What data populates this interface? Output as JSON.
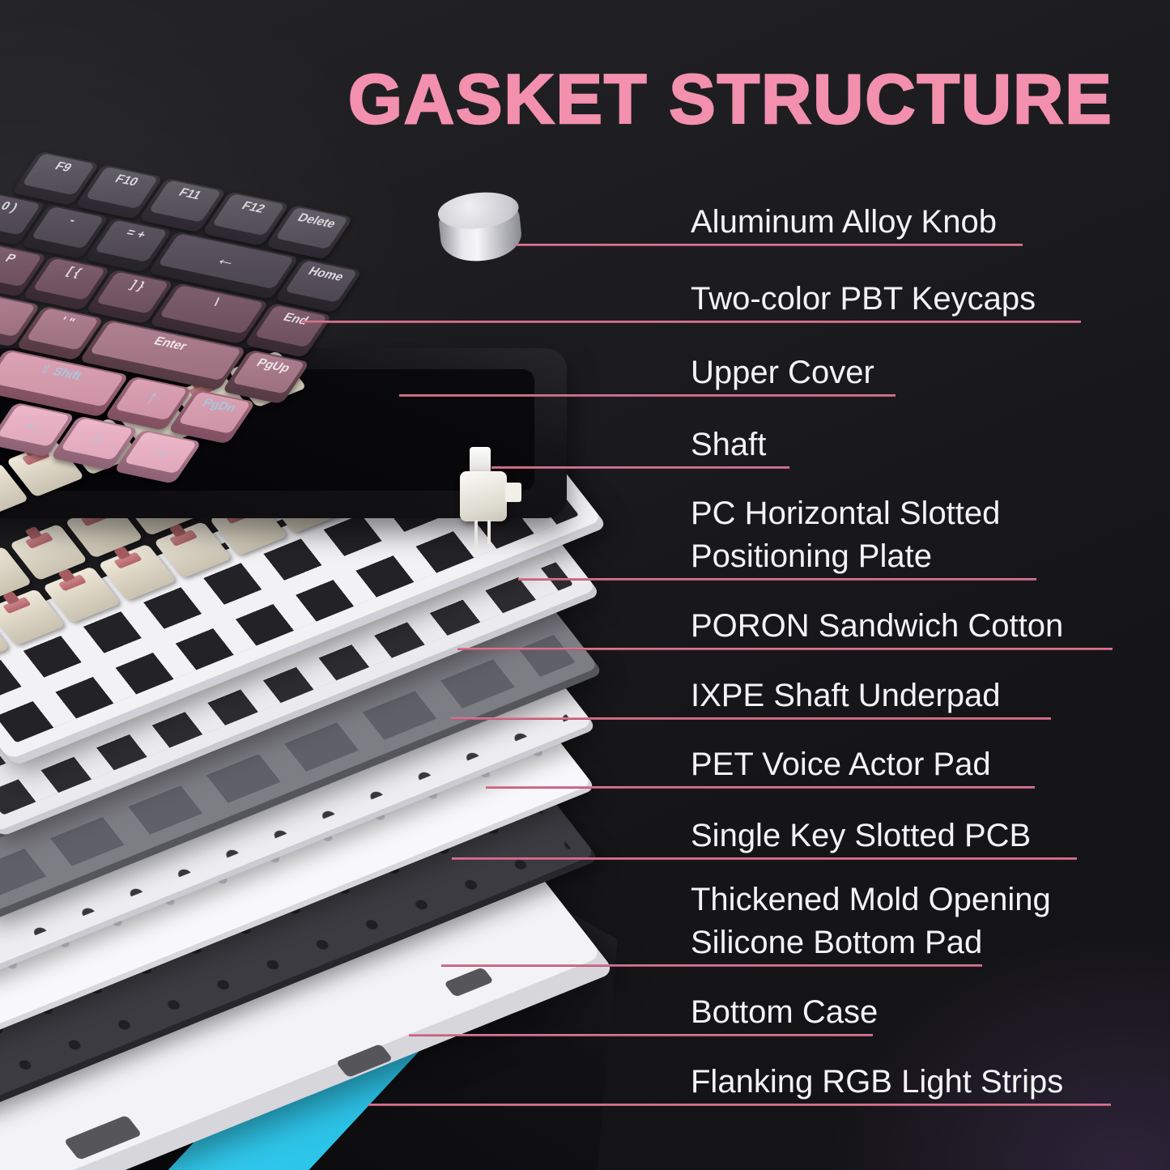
{
  "title": "GASKET STRUCTURE",
  "colors": {
    "background": "#1a1a1d",
    "title_pink": "#f290ae",
    "callout_line_pink": "#c9607c",
    "label_text": "#f3f3f5",
    "rgb_strip_cyan": "#2dc9ef",
    "knob_silver": "#d9d9db",
    "switch_stem_red": "#b46569",
    "switch_housing_cream": "#e7e1d2",
    "keycap_gradient": [
      "#514d56",
      "#4c4650",
      "#6b4f5b",
      "#9c6f7e",
      "#cd92a5",
      "#e0a7ba"
    ]
  },
  "callouts": [
    {
      "line1": "Aluminum Alloy Knob"
    },
    {
      "line1": "Two-color PBT Keycaps"
    },
    {
      "line1": "Upper Cover"
    },
    {
      "line1": "Shaft"
    },
    {
      "line1": "PC Horizontal Slotted",
      "line2": "Positioning Plate"
    },
    {
      "line1": "PORON Sandwich Cotton"
    },
    {
      "line1": "IXPE Shaft Underpad"
    },
    {
      "line1": "PET Voice Actor Pad"
    },
    {
      "line1": "Single Key Slotted PCB"
    },
    {
      "line1": "Thickened Mold Opening",
      "line2": "Silicone Bottom Pad"
    },
    {
      "line1": "Bottom Case"
    },
    {
      "line1": "Flanking RGB Light Strips"
    }
  ],
  "keyboard": {
    "rows": [
      {
        "keys": [
          {
            "legend": "F9"
          },
          {
            "legend": "F10"
          },
          {
            "legend": "F11"
          },
          {
            "legend": "F12"
          },
          {
            "legend": "Delete"
          }
        ]
      },
      {
        "keys": [
          {
            "legend": "0 )"
          },
          {
            "legend": "-"
          },
          {
            "legend": "= +"
          },
          {
            "legend": "←"
          },
          {
            "legend": "Home"
          }
        ]
      },
      {
        "keys": [
          {
            "legend": "P"
          },
          {
            "legend": "[ {"
          },
          {
            "legend": "] }"
          },
          {
            "legend": "\\"
          },
          {
            "legend": "End"
          }
        ]
      },
      {
        "keys": [
          {
            "legend": ""
          },
          {
            "legend": "' \""
          },
          {
            "legend": "Enter"
          },
          {
            "legend": "PgUp"
          }
        ]
      },
      {
        "keys": [
          {
            "legend": "⇧ Shift"
          },
          {
            "legend": "↑"
          },
          {
            "legend": "PgDn"
          }
        ]
      },
      {
        "keys": [
          {
            "legend": "←"
          },
          {
            "legend": "↓"
          },
          {
            "legend": "→"
          }
        ]
      }
    ]
  }
}
